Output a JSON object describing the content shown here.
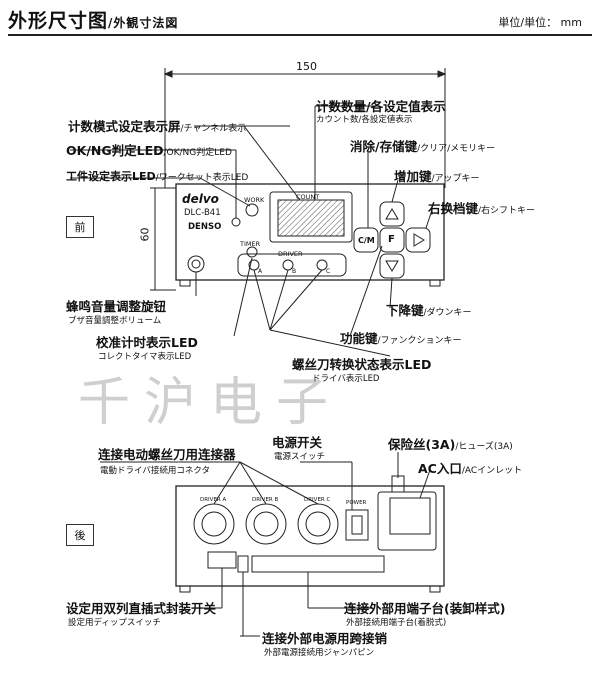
{
  "header": {
    "title": "外形尺寸图",
    "subtitle": "/外観寸法図",
    "unit": "単位/単位： mm"
  },
  "dimensions": {
    "width": "150",
    "height": "60"
  },
  "front": {
    "tag": "前",
    "logo": "delvo",
    "model": "DLC-B41",
    "brand": "DENSO",
    "panel_labels": {
      "count": "COUNT",
      "timer": "TIMER",
      "driver": "DRIVER",
      "work": "WORK",
      "a": "A",
      "b": "B",
      "c": "C"
    },
    "keys": {
      "cm": "C/M",
      "f": "F"
    },
    "callouts": {
      "display_screen": {
        "cn": "计数模式设定表示屏",
        "jp": "/チャンネル表示"
      },
      "okng": {
        "cn": "OK/NG判定LED",
        "jp": "/OK/NG判定LED"
      },
      "work_led": {
        "cn": "工件设定表示LED",
        "jp": "/ワークセット表示LED"
      },
      "count_value": {
        "cn": "计数数量/各设定值表示",
        "jp": "カウント数/各設定値表示"
      },
      "clear_key": {
        "cn": "消除/存储键",
        "jp": "/クリア/メモリキー"
      },
      "up_key": {
        "cn": "增加键",
        "jp": "/アップキー"
      },
      "shift_key": {
        "cn": "右换档键",
        "jp": "/右シフトキー"
      },
      "down_key": {
        "cn": "下降键",
        "jp": "/ダウンキー"
      },
      "func_key": {
        "cn": "功能键",
        "jp": "/ファンクションキー"
      },
      "buzzer": {
        "cn": "蜂鸣音量调整旋钮",
        "jp": "ブザ音量調整ボリューム"
      },
      "timer_led": {
        "cn": "校准计时表示LED",
        "jp": "コレクトタイマ表示LED"
      },
      "driver_led": {
        "cn": "螺丝刀转换状态表示LED",
        "jp": "ドライバ表示LED"
      }
    }
  },
  "watermark": "千沪电子",
  "rear": {
    "tag": "後",
    "panel_labels": {
      "d1": "DRIVER A",
      "d2": "DRIVER B",
      "d3": "DRIVER C",
      "power": "POWER"
    },
    "callouts": {
      "connector": {
        "cn": "连接电动螺丝刀用连接器",
        "jp": "電動ドライバ接続用コネクタ"
      },
      "switch": {
        "cn": "电源开关",
        "jp": "電源スイッチ"
      },
      "fuse": {
        "cn": "保险丝(3A)",
        "jp": "/ヒューズ(3A)"
      },
      "ac": {
        "cn": "AC入口",
        "jp": "/ACインレット"
      },
      "dip": {
        "cn": "设定用双列直插式封装开关",
        "jp": "設定用ディップスイッチ"
      },
      "terminal": {
        "cn": "连接外部用端子台(装卸样式)",
        "jp": "外部接続用端子台(着脱式)"
      },
      "jumper": {
        "cn": "连接外部电源用跨接销",
        "jp": "外部電源接続用ジャンパピン"
      }
    }
  }
}
